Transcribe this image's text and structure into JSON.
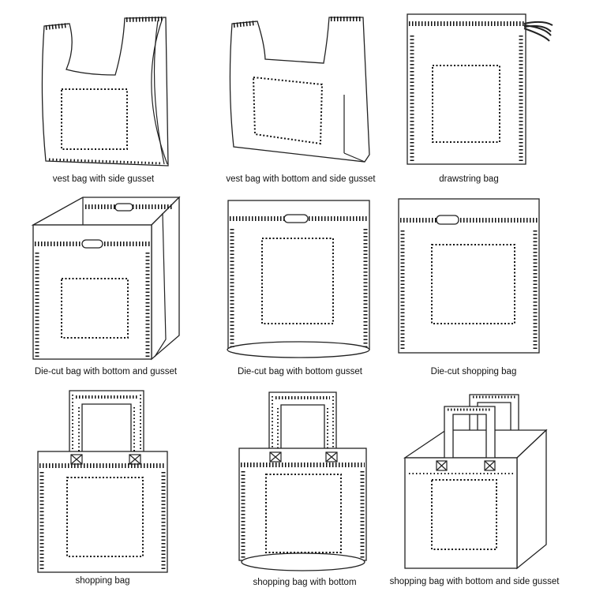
{
  "bags": [
    {
      "label": "vest bag with side gusset"
    },
    {
      "label": "vest bag with bottom and side gusset"
    },
    {
      "label": "drawstring bag"
    },
    {
      "label": "Die-cut bag with bottom and gusset"
    },
    {
      "label": "Die-cut bag with bottom gusset"
    },
    {
      "label": "Die-cut shopping bag"
    },
    {
      "label": "shopping bag"
    },
    {
      "label": "shopping bag with bottom"
    },
    {
      "label": "shopping bag with bottom and side gusset"
    }
  ]
}
